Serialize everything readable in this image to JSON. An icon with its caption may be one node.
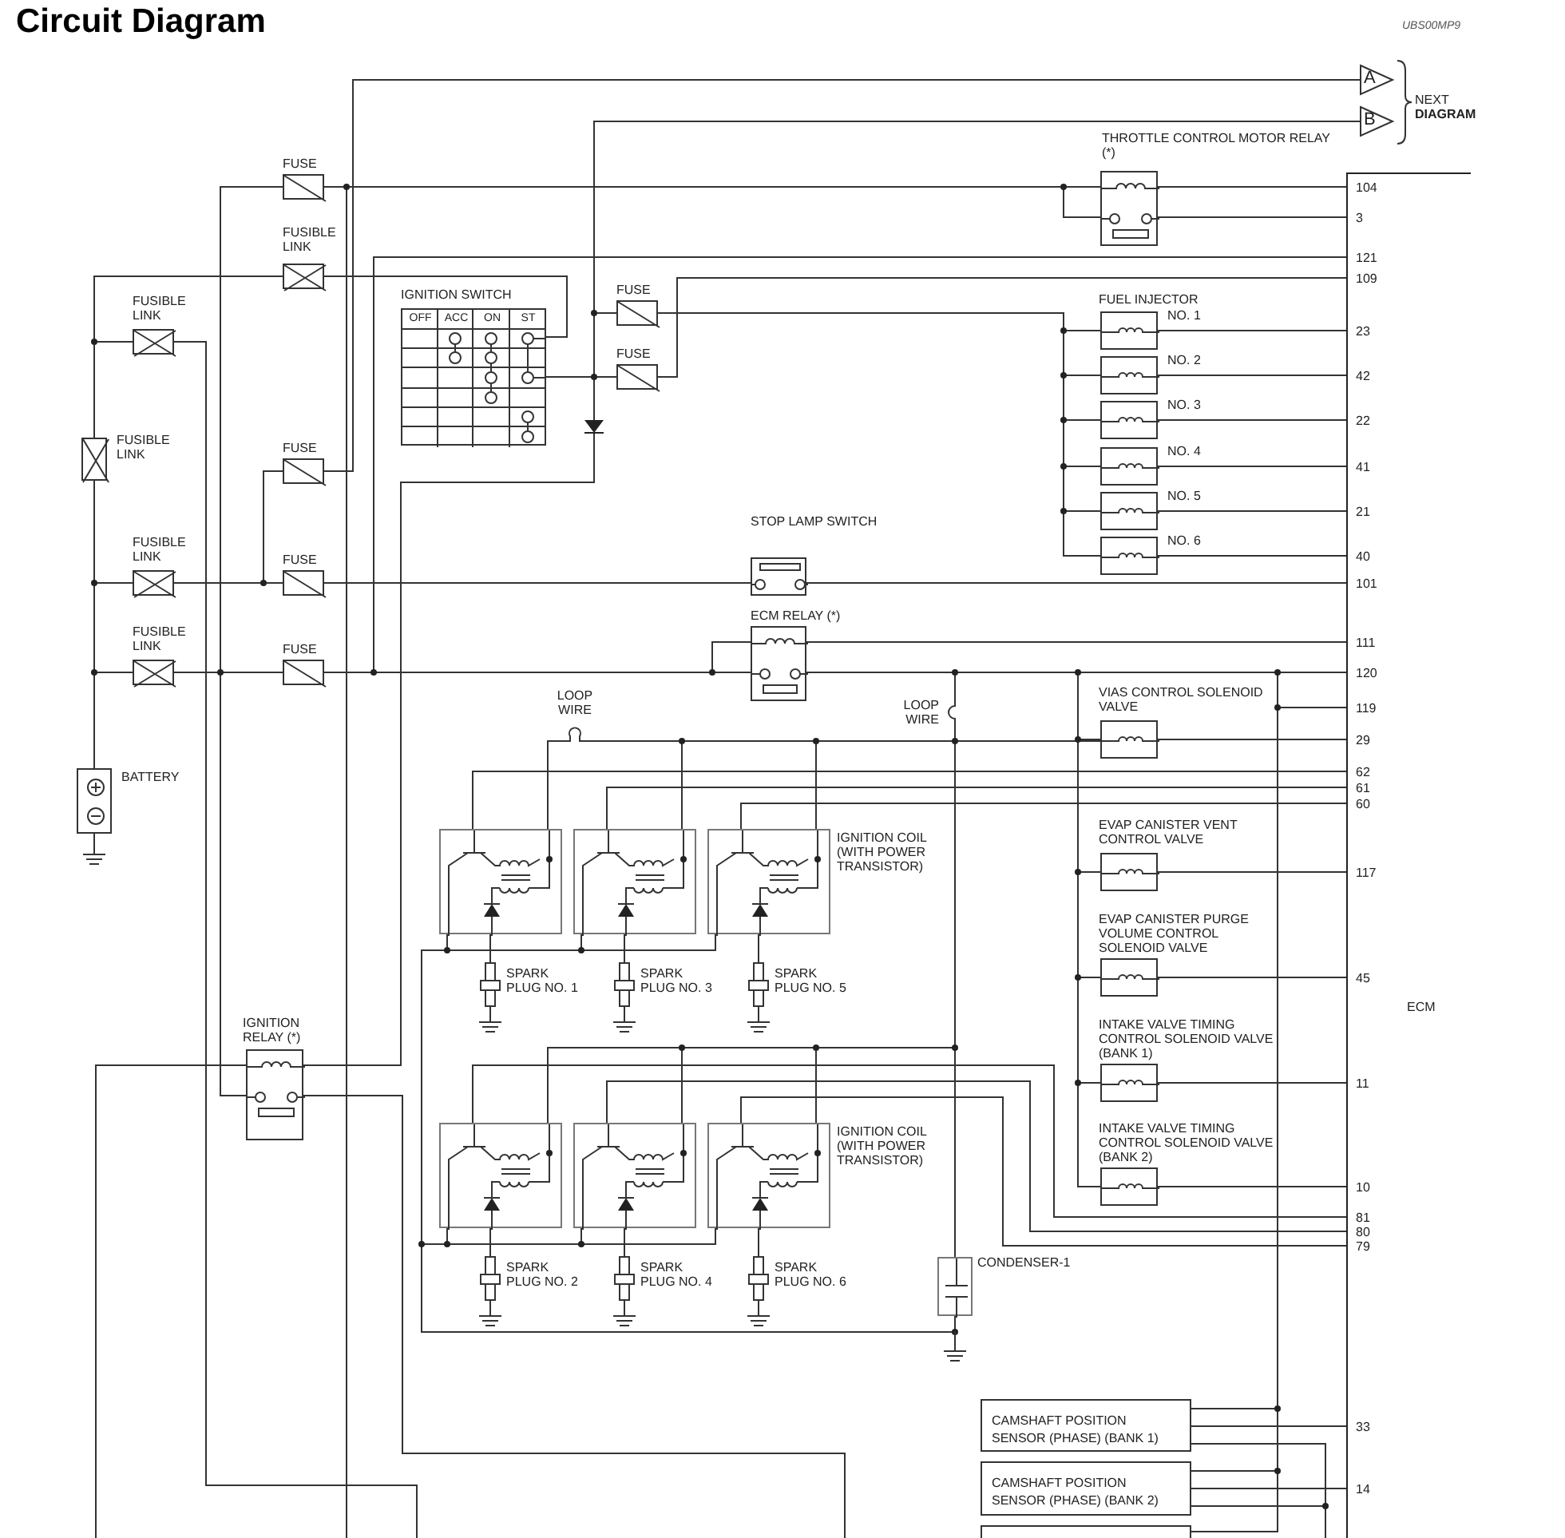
{
  "diagram": {
    "title": "Circuit Diagram",
    "nodes": [
      {
        "text": [
          "FUSE"
        ]
      },
      {
        "text": [
          "FUSIBLE LINK"
        ]
      },
      {
        "text": [
          "FUSIBLE LINK"
        ]
      },
      {
        "text": [
          "FUSIBLE LINK"
        ]
      },
      {
        "text": [
          "FUSIBLE LINK"
        ]
      },
      {
        "text": [
          "FUSIBLE LINK"
        ]
      },
      {
        "text": [
          "FUSE"
        ]
      },
      {
        "text": [
          "FUSE"
        ]
      },
      {
        "text": [
          "FUSE"
        ]
      },
      {
        "text": [
          "IGNITION SWITCH",
          "OFF",
          "ACC",
          "ON",
          "ST"
        ]
      },
      {
        "text": [
          "FUSE"
        ]
      },
      {
        "text": [
          "FUSE"
        ]
      },
      {
        "text": [
          "BATTERY"
        ]
      },
      {
        "text": [
          "THROTTLE CONTROL MOTOR RELAY (*)"
        ]
      },
      {
        "text": [
          "FUEL INJECTOR",
          "NO. 1"
        ]
      },
      {
        "text": [
          "NO. 2"
        ]
      },
      {
        "text": [
          "NO. 3"
        ]
      },
      {
        "text": [
          "NO. 4"
        ]
      },
      {
        "text": [
          "NO. 5"
        ]
      },
      {
        "text": [
          "NO. 6"
        ]
      },
      {
        "text": [
          "STOP LAMP SWITCH"
        ]
      },
      {
        "text": [
          "ECM RELAY (*)"
        ]
      },
      {
        "text": [
          "LOOP WIRE"
        ]
      },
      {
        "text": [
          "LOOP WIRE"
        ]
      },
      {
        "text": [
          "VIAS CONTROL SOLENOID VALVE"
        ]
      },
      {
        "text": [
          "ECM"
        ]
      },
      {
        "text": [],
        "shape": "box"
      },
      {
        "text": [],
        "shape": "box"
      },
      {
        "text": [
          "IGNITION COIL (WITH POWER TRANSISTOR)"
        ]
      },
      {
        "text": [
          "SPARK PLUG NO. 1"
        ]
      },
      {
        "text": [
          "SPARK PLUG NO. 3"
        ]
      },
      {
        "text": [
          "SPARK PLUG NO. 5"
        ]
      },
      {
        "text": [
          "EVAP CANISTER VENT CONTROL VALVE"
        ]
      },
      {
        "text": [
          "EVAP CANISTER PURGE VOLUME CONTROL SOLENOID VALVE"
        ]
      },
      {
        "text": [
          "INTAKE VALVE TIMING CONTROL SOLENOID VALVE (BANK 1)"
        ]
      },
      {
        "text": [
          "INTAKE VALVE TIMING CONTROL SOLENOID VALVE (BANK 2)"
        ]
      },
      {
        "text": [],
        "shape": "box"
      },
      {
        "text": [],
        "shape": "box"
      },
      {
        "text": [
          "IGNITION COIL (WITH POWER TRANSISTOR)"
        ]
      },
      {
        "text": [
          "SPARK PLUG NO. 2"
        ]
      },
      {
        "text": [
          "SPARK PLUG NO. 4"
        ]
      },
      {
        "text": [
          "SPARK PLUG NO. 6"
        ]
      },
      {
        "text": [
          "IGNITION RELAY (*)"
        ]
      },
      {
        "text": [
          "CONDENSER-1"
        ]
      },
      {
        "text": [
          "CAMSHAFT POSITION SENSOR (PHASE) (BANK 1)"
        ]
      },
      {
        "text": [
          "CAMSHAFT POSITION SENSOR (PHASE) (BANK 2)"
        ]
      },
      {
        "text": [],
        "shape": "box"
      },
      {
        "text": [
          "A"
        ]
      },
      {
        "text": [
          "B"
        ]
      },
      {
        "text": [],
        "shape": "diode"
      }
    ],
    "edges": [
      {
        "from": 3,
        "to": 2,
        "arrow": "none"
      },
      {
        "from": 3,
        "to": 1,
        "arrow": "none"
      },
      {
        "from": 3,
        "to": 4,
        "arrow": "none"
      },
      {
        "from": 3,
        "to": 5,
        "arrow": "none"
      },
      {
        "from": 12,
        "to": 3,
        "arrow": "none"
      },
      {
        "from": 2,
        "to": null,
        "arrow": "none"
      },
      {
        "from": 4,
        "to": 7,
        "arrow": "none"
      },
      {
        "from": 4,
        "to": 6,
        "arrow": "none"
      },
      {
        "from": 7,
        "to": 20,
        "arrow": "none"
      },
      {
        "from": 20,
        "to": 25,
        "arrow": "none"
      },
      {
        "from": 5,
        "to": 8,
        "arrow": "none"
      },
      {
        "from": 5,
        "to": 0,
        "arrow": "none"
      },
      {
        "from": 5,
        "to": 42,
        "arrow": "none"
      },
      {
        "from": 8,
        "to": 21,
        "arrow": "none"
      },
      {
        "from": 8,
        "to": 21,
        "arrow": "none"
      },
      {
        "from": 8,
        "to": 25,
        "arrow": "none"
      },
      {
        "from": 0,
        "to": 13,
        "arrow": "none"
      },
      {
        "from": 0,
        "to": 13,
        "arrow": "none"
      },
      {
        "from": 0,
        "to": null,
        "arrow": "none"
      },
      {
        "from": 6,
        "to": 47,
        "arrow": "none"
      },
      {
        "from": 1,
        "to": 9,
        "arrow": "none"
      },
      {
        "from": 9,
        "to": 11,
        "arrow": "none"
      },
      {
        "from": 9,
        "to": 10,
        "arrow": "none"
      },
      {
        "from": 9,
        "to": 48,
        "arrow": "none"
      },
      {
        "from": 9,
        "to": 49,
        "arrow": "none"
      },
      {
        "from": 42,
        "to": null,
        "arrow": "none"
      },
      {
        "from": null,
        "to": 42,
        "arrow": "none"
      },
      {
        "from": 10,
        "to": 14,
        "arrow": "none"
      },
      {
        "from": 10,
        "to": 15,
        "arrow": "none"
      },
      {
        "from": 10,
        "to": 16,
        "arrow": "none"
      },
      {
        "from": 10,
        "to": 17,
        "arrow": "none"
      },
      {
        "from": 10,
        "to": 18,
        "arrow": "none"
      },
      {
        "from": 10,
        "to": 19,
        "arrow": "none"
      },
      {
        "from": 14,
        "to": 25,
        "arrow": "none"
      },
      {
        "from": 15,
        "to": 25,
        "arrow": "none"
      },
      {
        "from": 16,
        "to": 25,
        "arrow": "none"
      },
      {
        "from": 17,
        "to": 25,
        "arrow": "none"
      },
      {
        "from": 18,
        "to": 25,
        "arrow": "none"
      },
      {
        "from": 19,
        "to": 25,
        "arrow": "none"
      },
      {
        "from": 11,
        "to": 25,
        "arrow": "none"
      },
      {
        "from": 13,
        "to": 25,
        "arrow": "none"
      },
      {
        "from": 13,
        "to": 25,
        "arrow": "none"
      },
      {
        "from": 21,
        "to": 25,
        "arrow": "none"
      },
      {
        "from": 21,
        "to": 25,
        "arrow": "none"
      },
      {
        "from": 21,
        "to": 24,
        "arrow": "none"
      },
      {
        "from": 21,
        "to": 32,
        "arrow": "none"
      },
      {
        "from": 21,
        "to": 33,
        "arrow": "none"
      },
      {
        "from": 21,
        "to": 34,
        "arrow": "none"
      },
      {
        "from": 21,
        "to": 35,
        "arrow": "none"
      },
      {
        "from": 24,
        "to": 25,
        "arrow": "none"
      },
      {
        "from": 32,
        "to": 25,
        "arrow": "none"
      },
      {
        "from": 33,
        "to": 25,
        "arrow": "none"
      },
      {
        "from": 34,
        "to": 25,
        "arrow": "none"
      },
      {
        "from": 35,
        "to": 25,
        "arrow": "none"
      },
      {
        "from": 21,
        "to": 25,
        "arrow": "none"
      },
      {
        "from": 21,
        "to": 44,
        "arrow": "none"
      },
      {
        "from": 44,
        "to": 25,
        "arrow": "none"
      },
      {
        "from": 44,
        "to": null,
        "arrow": "none"
      },
      {
        "from": 21,
        "to": 45,
        "arrow": "none"
      },
      {
        "from": 45,
        "to": 25,
        "arrow": "none"
      },
      {
        "from": 45,
        "to": null,
        "arrow": "none"
      },
      {
        "from": 21,
        "to": 46,
        "arrow": "none"
      },
      {
        "from": 26,
        "to": 25,
        "arrow": "none"
      },
      {
        "from": 27,
        "to": 25,
        "arrow": "none"
      },
      {
        "from": 28,
        "to": 25,
        "arrow": "none"
      },
      {
        "from": 21,
        "to": 23,
        "arrow": "none"
      },
      {
        "from": 23,
        "to": 22,
        "arrow": "none"
      },
      {
        "from": 22,
        "to": 26,
        "arrow": "none"
      },
      {
        "from": 23,
        "to": 27,
        "arrow": "none"
      },
      {
        "from": 23,
        "to": 28,
        "arrow": "none"
      },
      {
        "from": 23,
        "to": 24,
        "arrow": "none"
      },
      {
        "from": 23,
        "to": 36,
        "arrow": "none"
      },
      {
        "from": 23,
        "to": 37,
        "arrow": "none"
      },
      {
        "from": 23,
        "to": 38,
        "arrow": "none"
      },
      {
        "from": 23,
        "to": 43,
        "arrow": "none"
      },
      {
        "from": 36,
        "to": 25,
        "arrow": "none"
      },
      {
        "from": 37,
        "to": 25,
        "arrow": "none"
      },
      {
        "from": 38,
        "to": 25,
        "arrow": "none"
      },
      {
        "from": 26,
        "to": 43,
        "arrow": "none"
      },
      {
        "from": 27,
        "to": 43,
        "arrow": "none"
      },
      {
        "from": 28,
        "to": 43,
        "arrow": "none"
      },
      {
        "from": 36,
        "to": 43,
        "arrow": "none"
      },
      {
        "from": 37,
        "to": 43,
        "arrow": "none"
      },
      {
        "from": 38,
        "to": 43,
        "arrow": "none"
      },
      {
        "from": 26,
        "to": 29,
        "arrow": "none"
      },
      {
        "from": 27,
        "to": 30,
        "arrow": "none"
      },
      {
        "from": 28,
        "to": 31,
        "arrow": "none"
      },
      {
        "from": 36,
        "to": 39,
        "arrow": "none"
      },
      {
        "from": 37,
        "to": 40,
        "arrow": "none"
      },
      {
        "from": 38,
        "to": 41,
        "arrow": "none"
      },
      {
        "from": 49,
        "to": 42,
        "arrow": "none"
      }
    ],
    "labels": [
      "UBS00MP9",
      "NEXT **DIAGRAM**",
      "104",
      "3",
      "121",
      "109",
      "23",
      "42",
      "22",
      "41",
      "21",
      "40",
      "101",
      "111",
      "120",
      "119",
      "29",
      "62",
      "61",
      "60",
      "117",
      "45",
      "11",
      "10",
      "81",
      "80",
      "79",
      "33",
      "14"
    ]
  }
}
